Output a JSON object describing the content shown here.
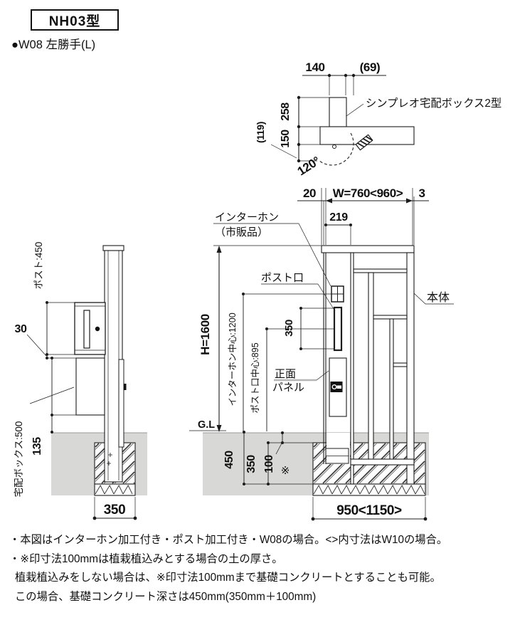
{
  "header": {
    "title": "NH03型",
    "subtitle": "●W08 左勝手(L)"
  },
  "colors": {
    "ground": "#d8d8d7",
    "line": "#1c1c1c"
  },
  "top_view": {
    "label_delivery_box": "シンプレオ宅配ボックス2型",
    "dim_140": "140",
    "dim_69": "(69)",
    "dim_258": "258",
    "dim_150": "150",
    "dim_119": "(119)",
    "dim_angle": "120°"
  },
  "front_view": {
    "dim_20": "20",
    "dim_w": "W=760<960>",
    "dim_3": "3",
    "dim_219": "219",
    "dim_h": "H=1600",
    "dim_interphone_center": "インターホン中心:1200",
    "dim_post_center": "ポスト口中心:895",
    "dim_slot_350": "350",
    "label_interphone_1": "インターホン",
    "label_interphone_2": "（市販品）",
    "label_post_mouth": "ポスト口",
    "label_front_panel_1": "正面",
    "label_front_panel_2": "パネル",
    "label_body": "本体",
    "label_gl": "G.L",
    "dim_450": "450",
    "dim_350": "350",
    "dim_100": "100",
    "asterisk": "※",
    "dim_950": "950<1150>"
  },
  "side_view": {
    "dim_post": "ポスト:450",
    "dim_30": "30",
    "dim_box": "宅配ボックス:500",
    "dim_135": "135",
    "dim_350": "350"
  },
  "notes": [
    "・本図はインターホン加工付き・ポスト加工付き・W08の場合。<>内寸法はW10の場合。",
    "・※印寸法100mmは植栽植込みとする場合の土の厚さ。",
    "植栽植込みをしない場合は、※印寸法100mmまで基礎コンクリートとすることも可能。",
    "この場合、基礎コンクリート深さは450mm(350mm＋100mm)"
  ]
}
